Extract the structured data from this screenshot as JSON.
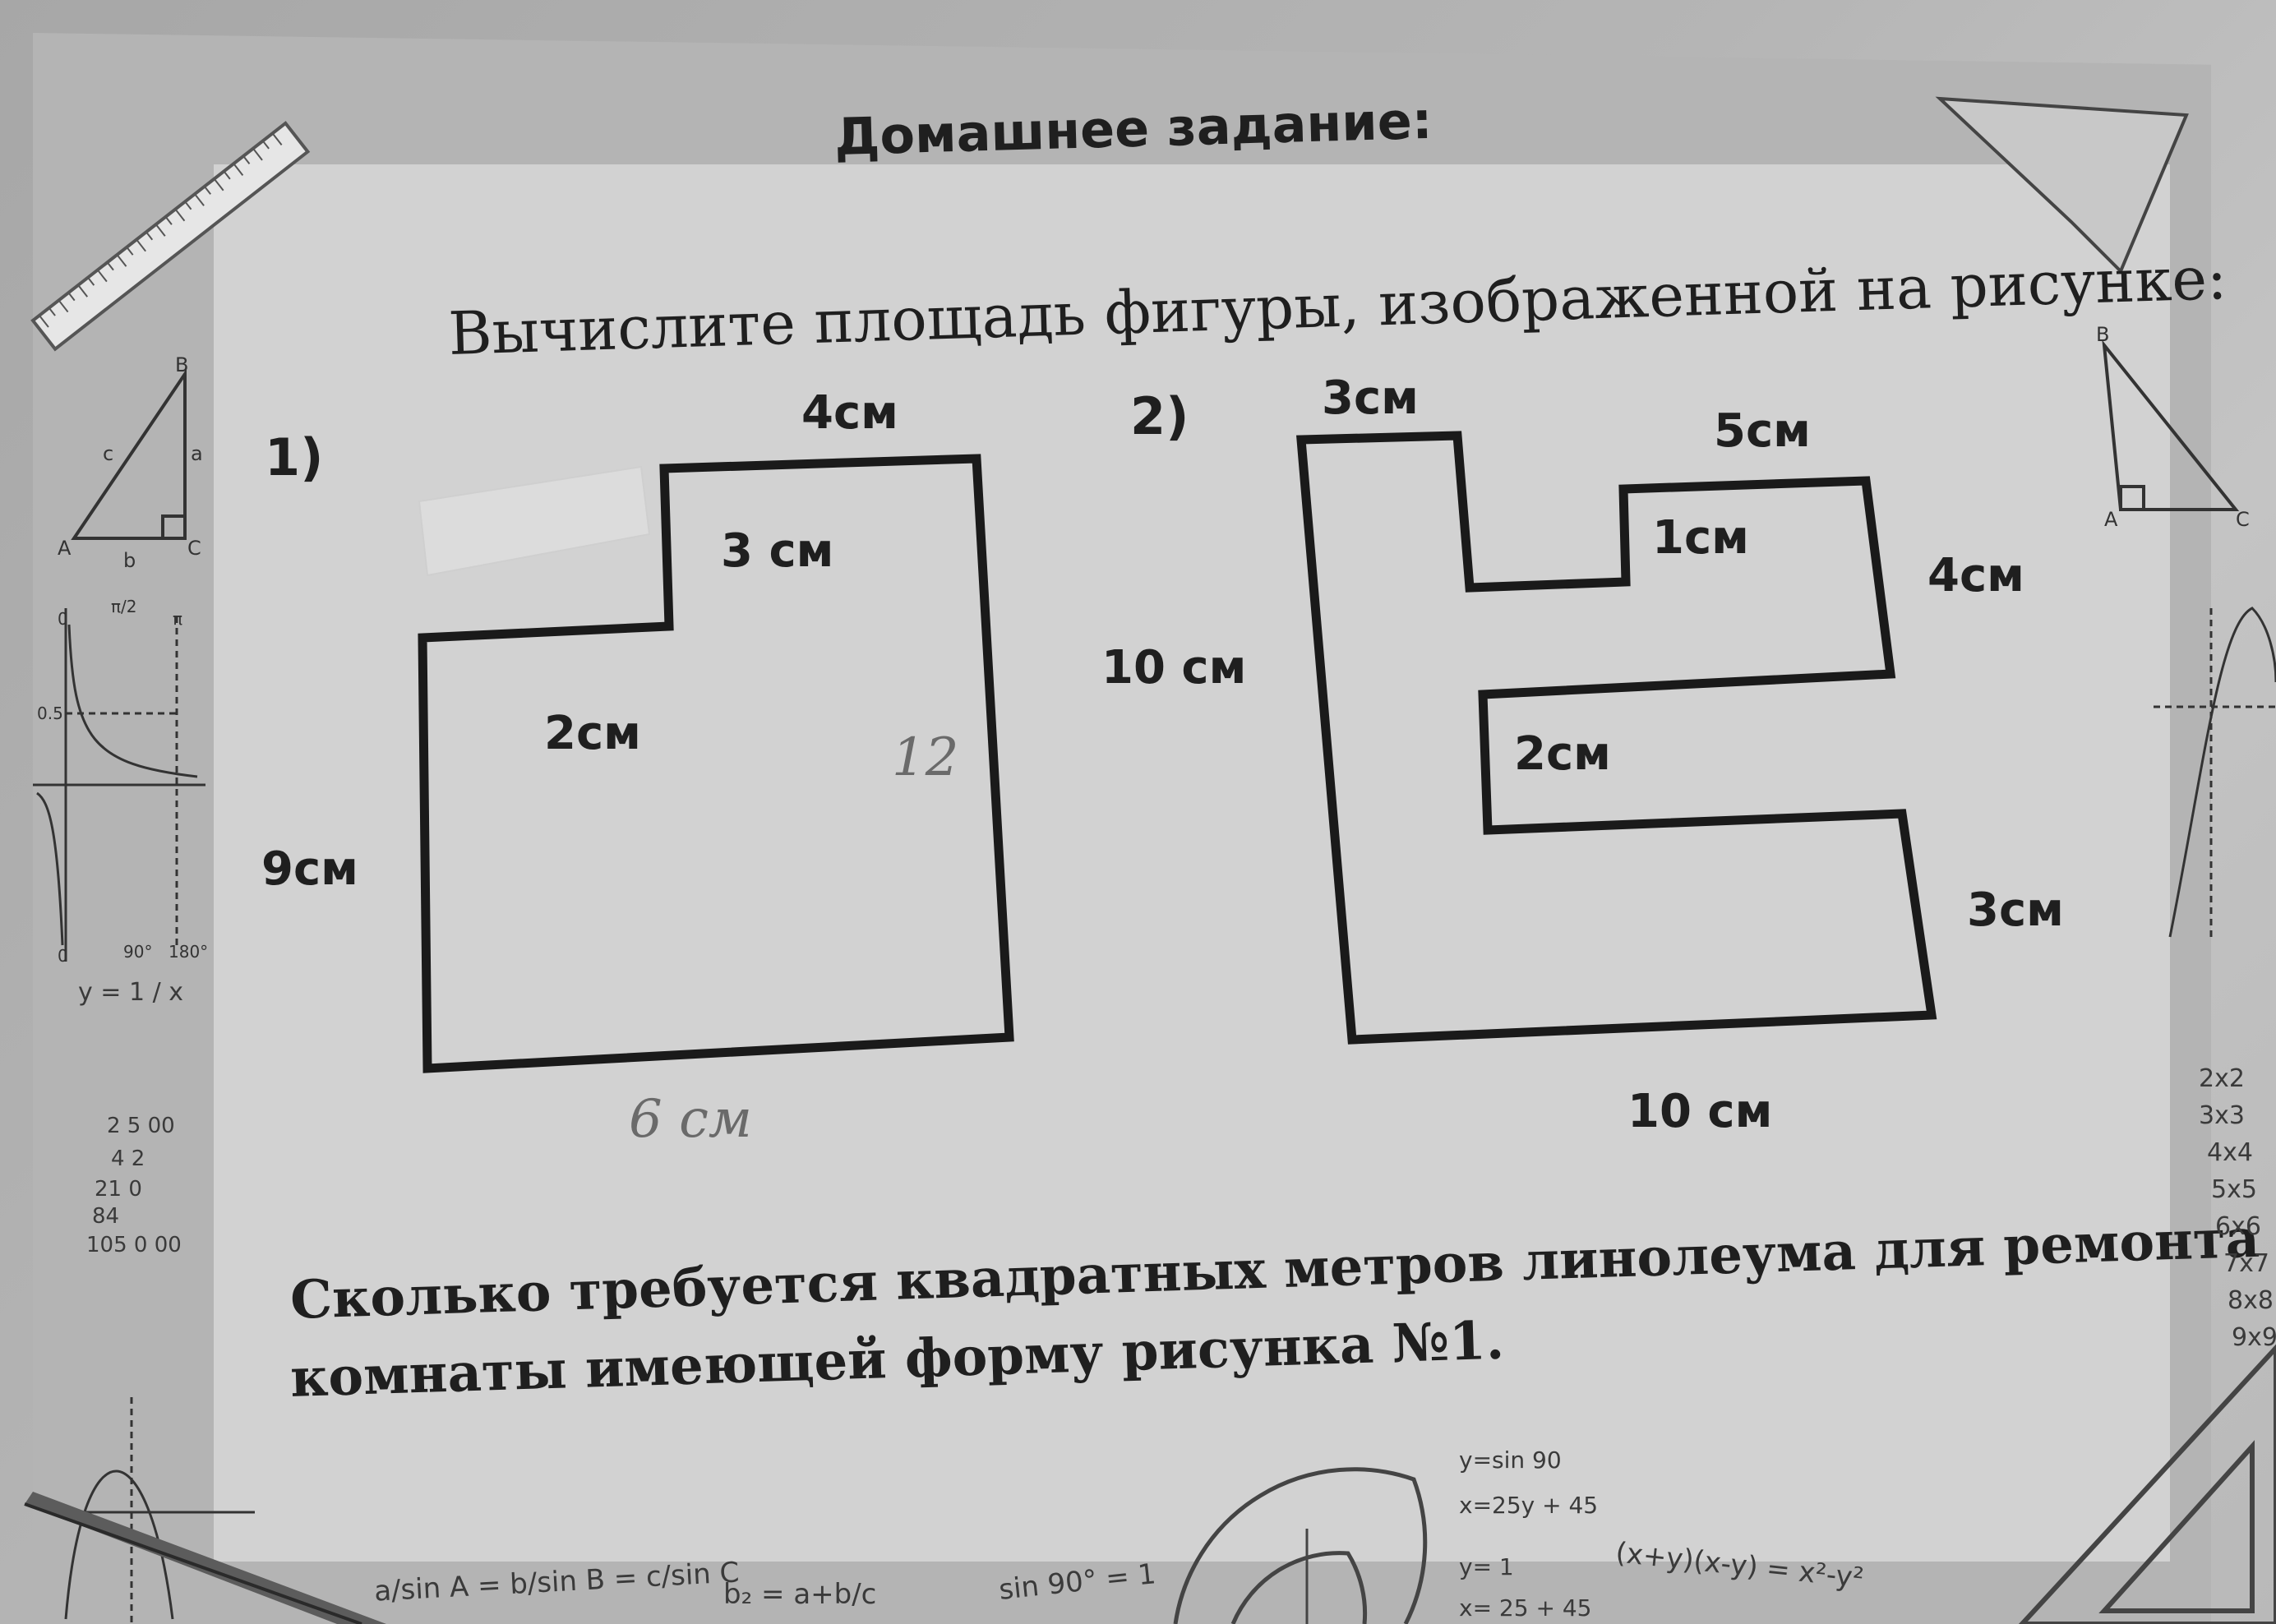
{
  "header": "Домашнее задание:",
  "task": "Вычислите площадь фигуры, изображенной на рисунке:",
  "figure1": {
    "number": "1)",
    "top_label": "4см",
    "inner_label": "3 см",
    "middle_label": "2см",
    "left_label": "9см",
    "handwritten_right": "12",
    "handwritten_bottom": "6 см"
  },
  "figure2": {
    "number": "2)",
    "top_left_label": "3см",
    "top_right_label": "5см",
    "gap_label": "1см",
    "right_upper_label": "4см",
    "left_label": "10 см",
    "middle_label": "2см",
    "right_lower_label": "3см",
    "bottom_label": "10 см"
  },
  "question_line1": "Сколько требуется квадратных метров линолеума для ремонта",
  "question_line2": "комнаты имеющей форму рисунка №1.",
  "decorations": {
    "left_formula": "y = 1 / x",
    "left_multiplication": [
      "2 5 00",
      "4 2",
      "21 0",
      "84",
      "105 0 00"
    ],
    "bottom_formulas": [
      "a/sin A = b/sin B = c/sin C",
      "b₂ = a+b/c",
      "sin 90° = 1",
      "y=sin 90",
      "x=25y + 45",
      "y= 1",
      "x= 25 + 45",
      "(x+y)(x-y) = x²-y²"
    ],
    "right_table": [
      "2x2",
      "3x3",
      "4x4",
      "5x5",
      "6x6",
      "7x7",
      "8x8",
      "9x9"
    ]
  }
}
